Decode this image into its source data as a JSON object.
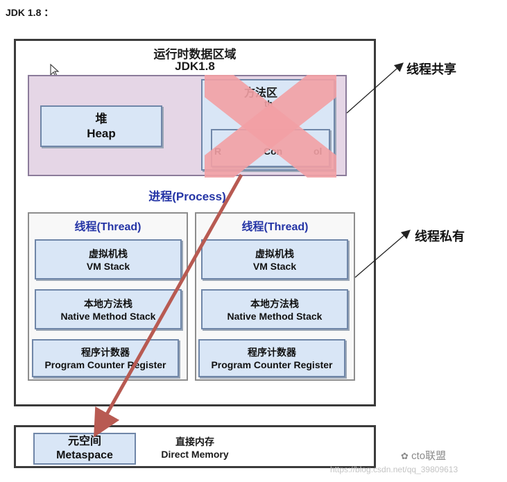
{
  "page": {
    "heading": "JDK 1.8 ："
  },
  "diagram": {
    "runtime_area": {
      "title": "运行时数据区域",
      "version": "JDK1.8"
    },
    "heap": {
      "cn": "堆",
      "en": "Heap"
    },
    "method_area": {
      "title": "方法区",
      "title_visible": "方法区",
      "fragment": "th",
      "pool_label": "Runtime Constant Pool",
      "pool_visible_left": "R",
      "pool_visible_mid": "Con",
      "pool_visible_right": "ol"
    },
    "process_label": "进程(Process)",
    "threads": [
      {
        "title": "线程(Thread)",
        "vm_stack": {
          "cn": "虚拟机栈",
          "en": "VM Stack"
        },
        "native_stack": {
          "cn": "本地方法栈",
          "en": "Native Method Stack"
        },
        "pc": {
          "cn": "程序计数器",
          "en": "Program Counter Register"
        }
      },
      {
        "title": "线程(Thread)",
        "vm_stack": {
          "cn": "虚拟机栈",
          "en": "VM Stack"
        },
        "native_stack": {
          "cn": "本地方法栈",
          "en": "Native Method Stack"
        },
        "pc": {
          "cn": "程序计数器",
          "en": "Program Counter Register"
        }
      }
    ],
    "shared_label": "线程共享",
    "private_label": "线程私有",
    "metaspace": {
      "cn": "元空间",
      "en": "Metaspace"
    },
    "direct_memory": {
      "cn": "直接内存",
      "en": "Direct Memory"
    },
    "colors": {
      "cross": "#f2a0a4",
      "arrow": "#b85a52",
      "process_text": "#2535a6"
    }
  },
  "watermark": {
    "brand": "cto联盟",
    "url": "https://blog.csdn.net/qq_39809613"
  }
}
